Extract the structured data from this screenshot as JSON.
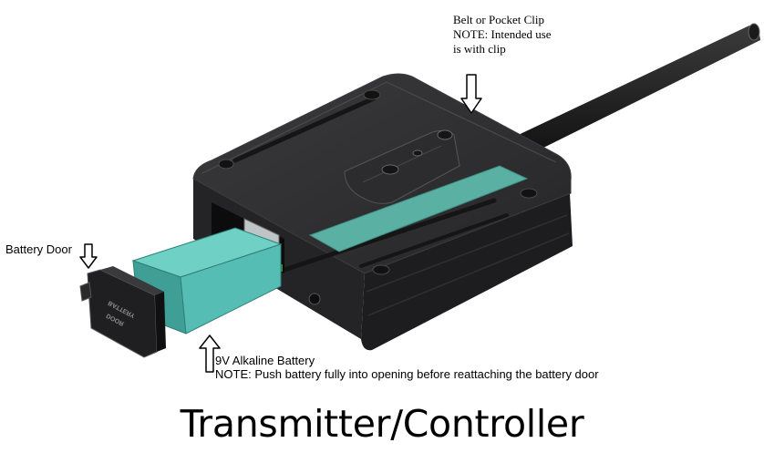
{
  "labels": {
    "clip": [
      "Belt or Pocket Clip",
      "NOTE:  Intended use",
      "is with clip"
    ],
    "door": "Battery Door",
    "battery": [
      "9V Alkaline Battery",
      "NOTE:  Push battery fully into opening before reattaching the battery door"
    ]
  },
  "door_engraving": [
    "BATTERY",
    "DOOR"
  ],
  "title": "Transmitter/Controller",
  "colors": {
    "housing": "#2b2b2d",
    "housing_side": "#1c1c1d",
    "label_panel": "#5ab0a3",
    "battery": "#55bdb3",
    "battery_end": "#3f9f96"
  },
  "icons": [
    "down-arrow-icon",
    "up-arrow-icon"
  ]
}
